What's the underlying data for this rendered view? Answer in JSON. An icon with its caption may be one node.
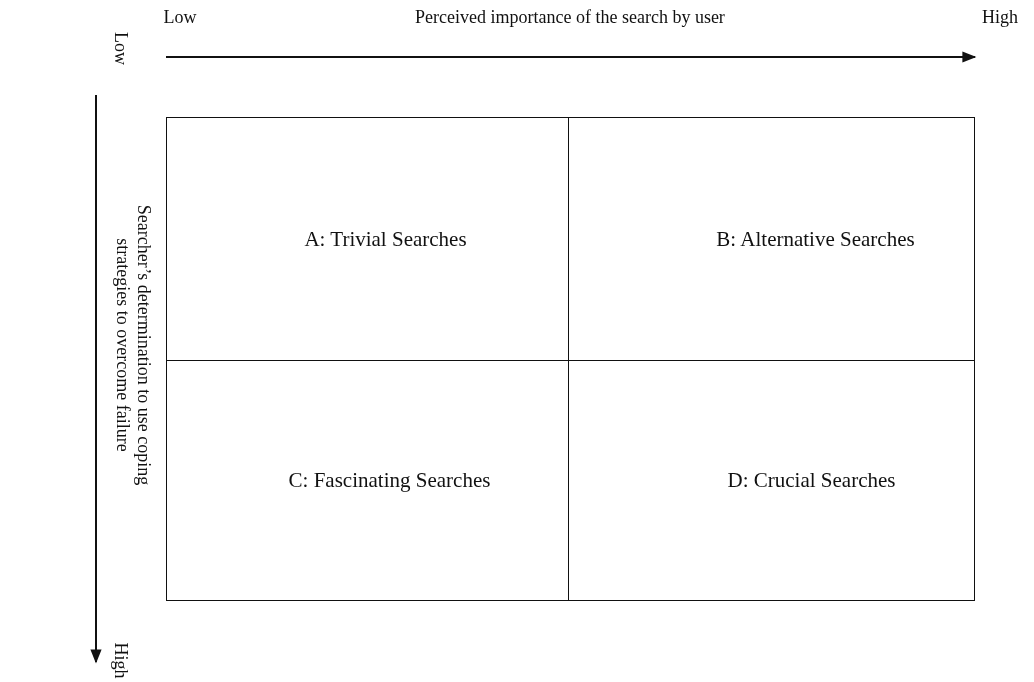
{
  "diagram": {
    "nodes": [
      {
        "text": [
          "A: Trivial Searches"
        ]
      },
      {
        "text": [
          "B: Alternative Searches"
        ]
      },
      {
        "text": [
          "C: Fascinating Searches"
        ]
      },
      {
        "text": [
          "D: Crucial Searches"
        ]
      }
    ],
    "edges": [],
    "labels": [
      "Low",
      "Perceived importance of the search by user",
      "High",
      "Low",
      "Searcher’s determination to use coping strategies to overcome failure",
      "High"
    ]
  }
}
